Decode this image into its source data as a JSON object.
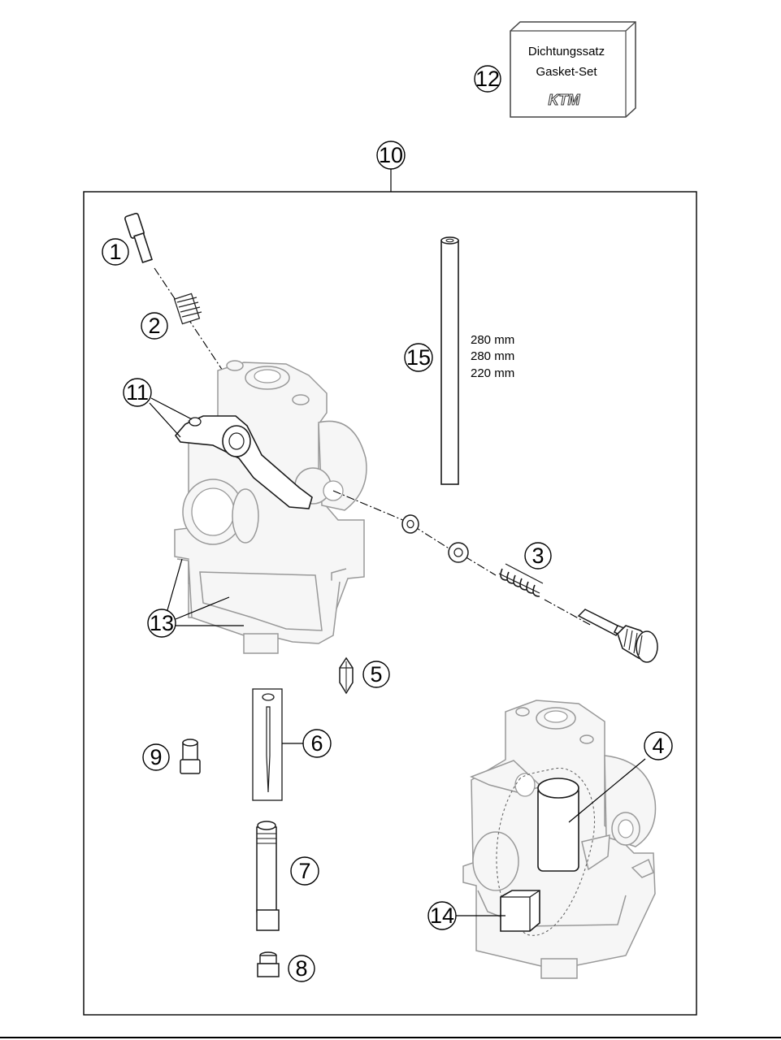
{
  "gasket_box": {
    "line1": "Dichtungssatz",
    "line2": "Gasket-Set",
    "logo": "KTM"
  },
  "part_15_lengths": [
    "280 mm",
    "280 mm",
    "220 mm"
  ],
  "callouts": {
    "c1": "1",
    "c2": "2",
    "c3": "3",
    "c4": "4",
    "c5": "5",
    "c6": "6",
    "c7": "7",
    "c8": "8",
    "c9": "9",
    "c10": "10",
    "c11": "11",
    "c12": "12",
    "c13": "13",
    "c14": "14",
    "c15": "15"
  },
  "colors": {
    "line": "#000000",
    "ghost_part": "#999999",
    "background": "#ffffff"
  }
}
